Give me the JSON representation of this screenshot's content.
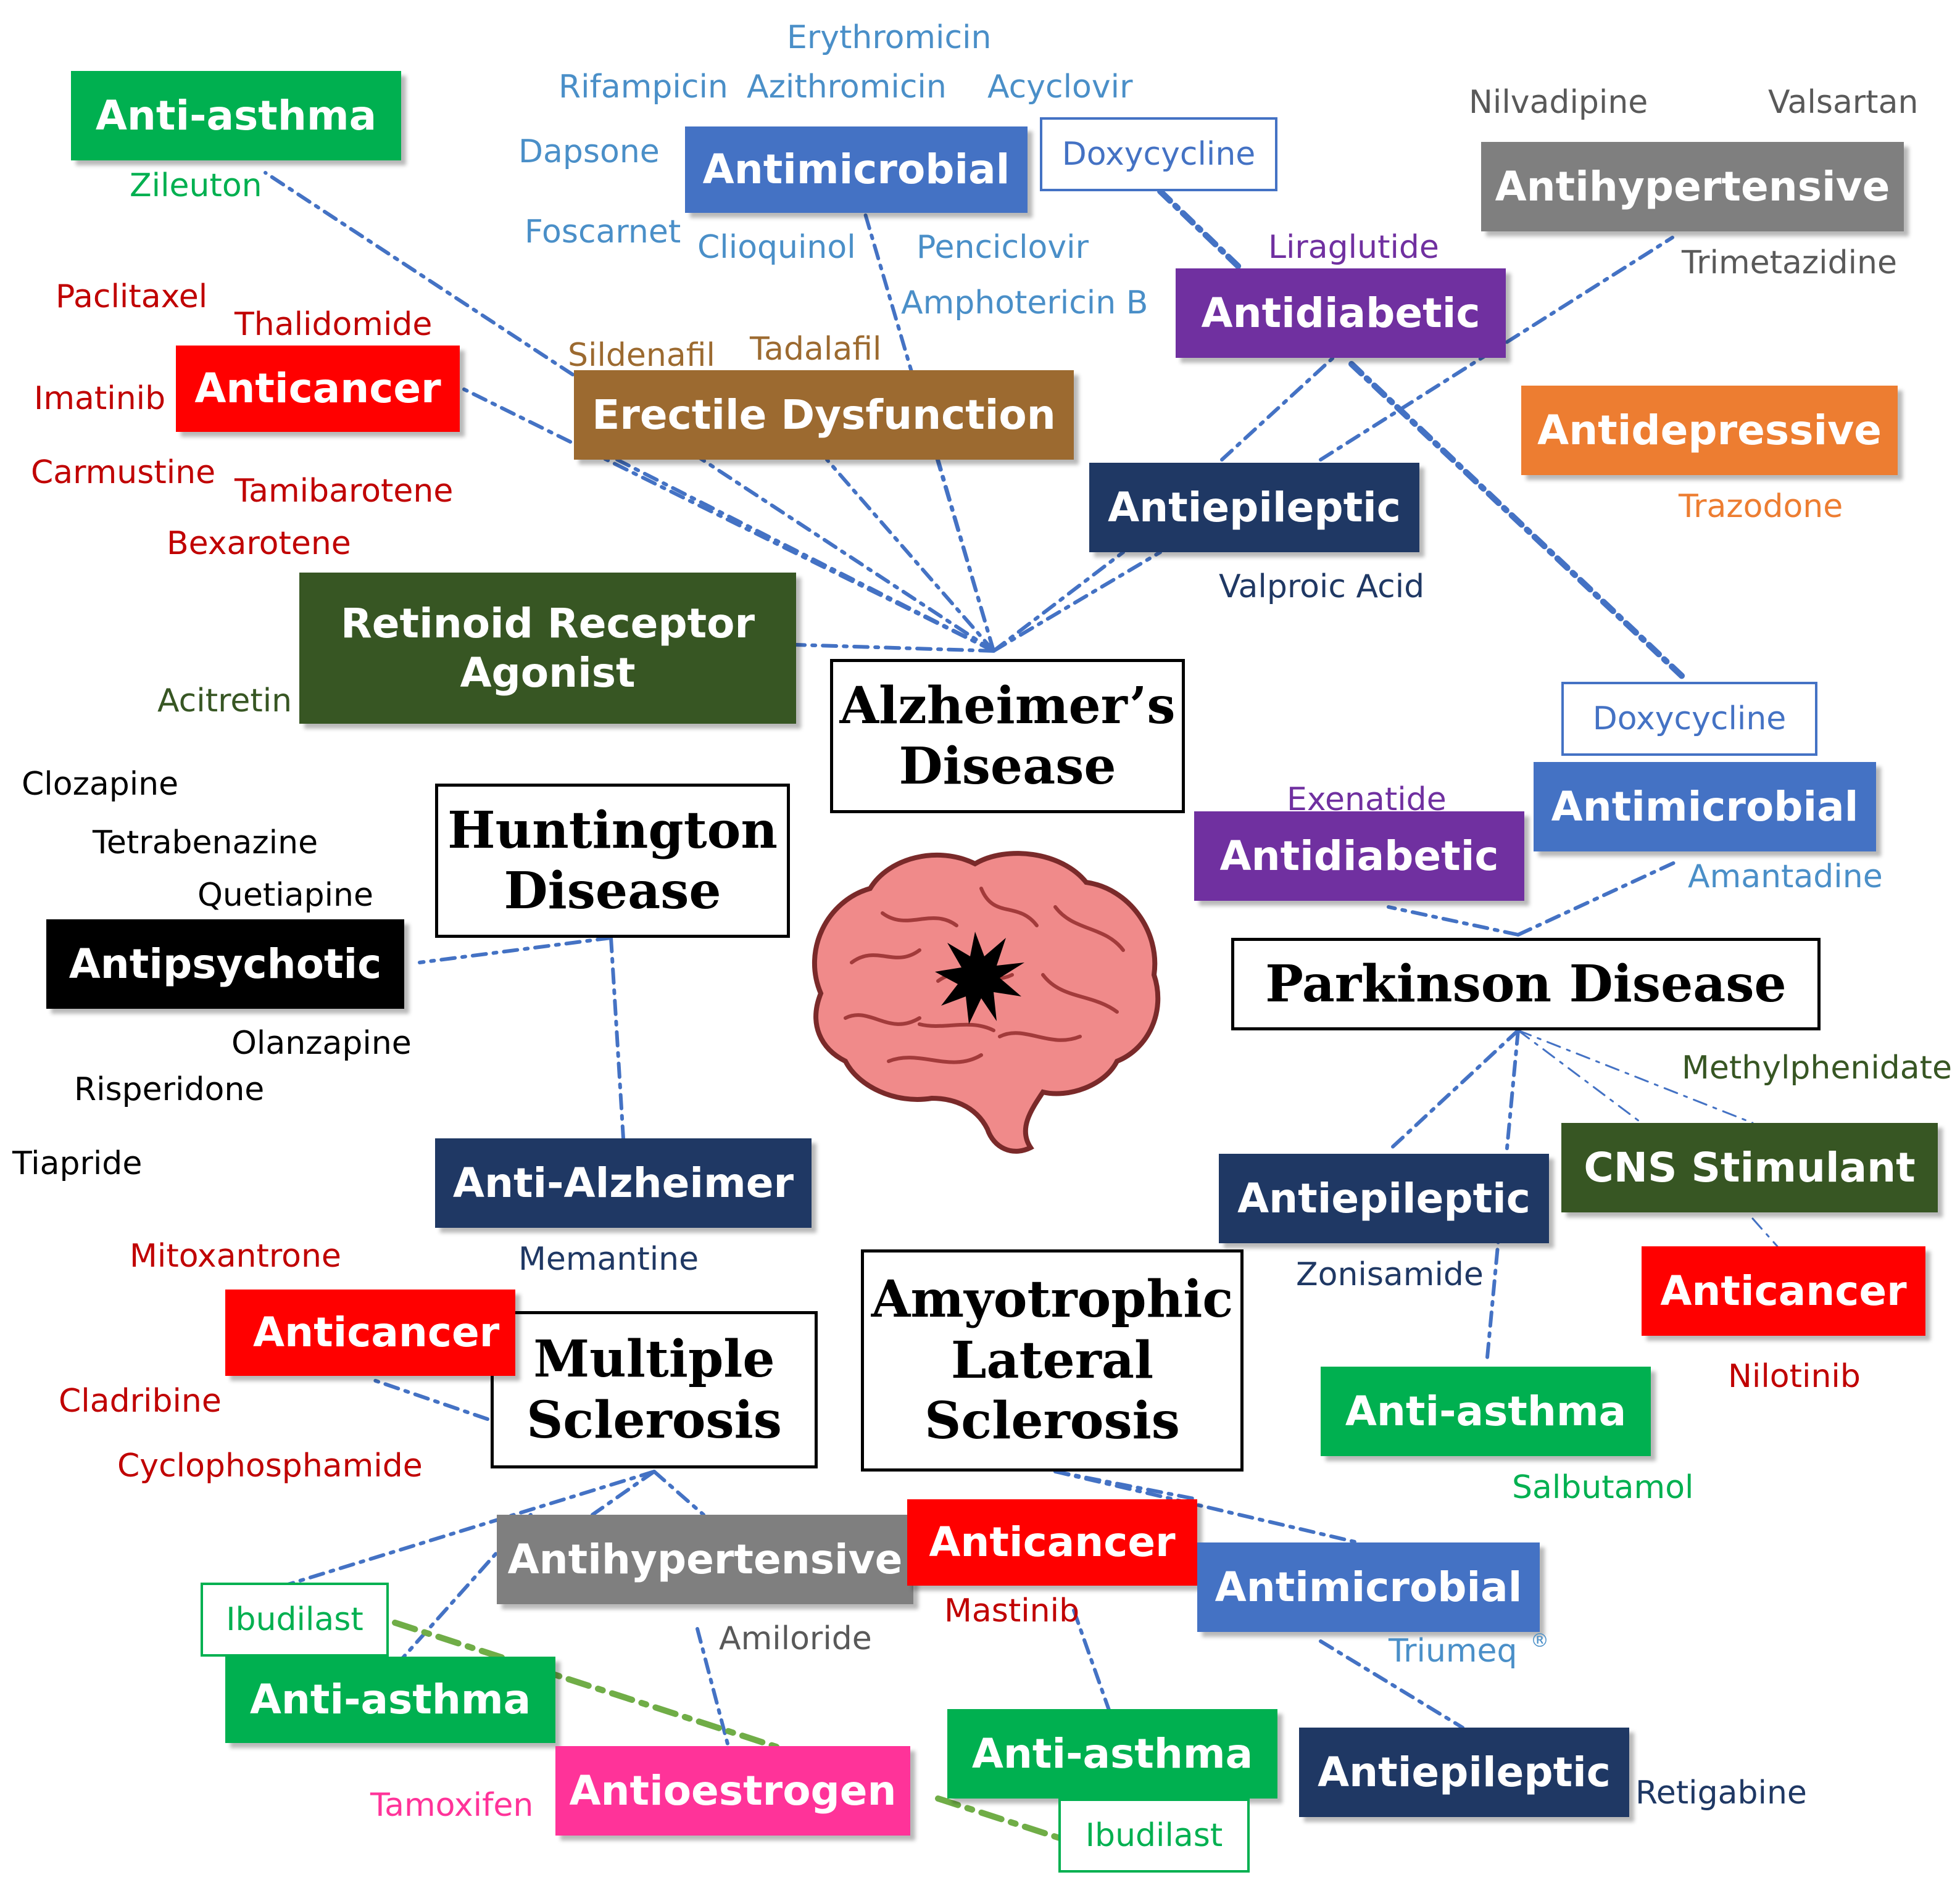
{
  "colors": {
    "antimicrobial": "#4472c4",
    "antidiabetic": "#7030a0",
    "antihypertensive": "#7f7f7f",
    "antidepressive": "#ed7d31",
    "antiepileptic": "#1f3864",
    "erectile": "#9c6a30",
    "retinoid": "#375623",
    "anticancer": "#ff0000",
    "antiasthma": "#00b050",
    "antipsychotic": "#000000",
    "antialzheimer": "#1f3864",
    "cns": "#375623",
    "antioestrogen": "#ff3399",
    "link": "#4472c4",
    "link_green": "#70ad47"
  },
  "diseases": {
    "alzheimers": "Alzheimer’s Disease",
    "huntington": "Huntington Disease",
    "parkinson": "Parkinson Disease",
    "ms": "Multiple Sclerosis",
    "als": "Amyotrophic Lateral Sclerosis"
  },
  "categories": {
    "ad_antiasthma": "Anti-asthma",
    "ad_antimicrobial": "Antimicrobial",
    "ad_antihypertensive": "Antihypertensive",
    "ad_antidiabetic": "Antidiabetic",
    "ad_anticancer": "Anticancer",
    "ad_erectile": "Erectile Dysfunction",
    "ad_antidepressive": "Antidepressive",
    "ad_antiepileptic": "Antiepileptic",
    "ad_retinoid": "Retinoid Receptor Agonist",
    "hd_antipsychotic": "Antipsychotic",
    "hd_antialzheimer": "Anti-Alzheimer",
    "pd_antimicrobial": "Antimicrobial",
    "pd_antidiabetic": "Antidiabetic",
    "pd_antiepileptic": "Antiepileptic",
    "pd_cns": "CNS Stimulant",
    "pd_anticancer": "Anticancer",
    "pd_antiasthma": "Anti-asthma",
    "ms_anticancer": "Anticancer",
    "ms_antihypertensive": "Antihypertensive",
    "ms_antiasthma": "Anti-asthma",
    "ms_antioestrogen": "Antioestrogen",
    "als_anticancer": "Anticancer",
    "als_antimicrobial": "Antimicrobial",
    "als_antiasthma": "Anti-asthma",
    "als_antiepileptic": "Antiepileptic"
  },
  "drugs": {
    "erythromicin": "Erythromicin",
    "rifampicin": "Rifampicin",
    "azithromicin": "Azithromicin",
    "acyclovir": "Acyclovir",
    "dapsone": "Dapsone",
    "doxycycline_ad": "Doxycycline",
    "foscarnet": "Foscarnet",
    "clioquinol": "Clioquinol",
    "penciclovir": "Penciclovir",
    "amphotericin": "Amphotericin B",
    "nilvadipine": "Nilvadipine",
    "valsartan": "Valsartan",
    "trimetazidine": "Trimetazidine",
    "liraglutide": "Liraglutide",
    "zileuton": "Zileuton",
    "paclitaxel": "Paclitaxel",
    "thalidomide": "Thalidomide",
    "imatinib": "Imatinib",
    "carmustine": "Carmustine",
    "tamibarotene": "Tamibarotene",
    "bexarotene": "Bexarotene",
    "sildenafil": "Sildenafil",
    "tadalafil": "Tadalafil",
    "trazodone": "Trazodone",
    "valproic": "Valproic Acid",
    "acitretin": "Acitretin",
    "clozapine": "Clozapine",
    "tetrabenazine": "Tetrabenazine",
    "quetiapine": "Quetiapine",
    "olanzapine": "Olanzapine",
    "risperidone": "Risperidone",
    "tiapride": "Tiapride",
    "memantine": "Memantine",
    "doxycycline_pd": "Doxycycline",
    "exenatide": "Exenatide",
    "amantadine": "Amantadine",
    "methylphenidate": "Methylphenidate",
    "zonisamide": "Zonisamide",
    "nilotinib": "Nilotinib",
    "salbutamol": "Salbutamol",
    "mitoxantrone": "Mitoxantrone",
    "cladribine": "Cladribine",
    "cyclophosphamide": "Cyclophosphamide",
    "ibudilast_ms": "Ibudilast",
    "amiloride": "Amiloride",
    "tamoxifen": "Tamoxifen",
    "mastinib": "Mastinib",
    "triumeq": "Triumeq",
    "triumeq_mark": "®",
    "ibudilast_als": "Ibudilast",
    "retigabine": "Retigabine"
  }
}
